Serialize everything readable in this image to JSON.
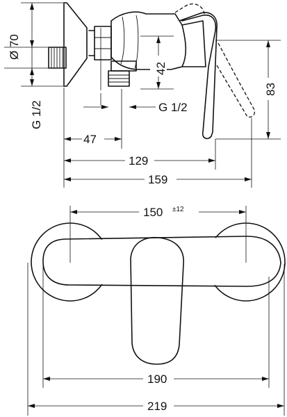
{
  "side_view": {
    "dim_diameter": "Ø 70",
    "dim_thread_left": "G 1/2",
    "dim_height_42": "42",
    "dim_thread_right": "G 1/2",
    "dim_height_83": "83",
    "dim_47": "47",
    "dim_129": "129",
    "dim_159": "159"
  },
  "top_view": {
    "dim_150": "150",
    "dim_150_tol": "±12",
    "dim_190": "190",
    "dim_219": "219"
  }
}
